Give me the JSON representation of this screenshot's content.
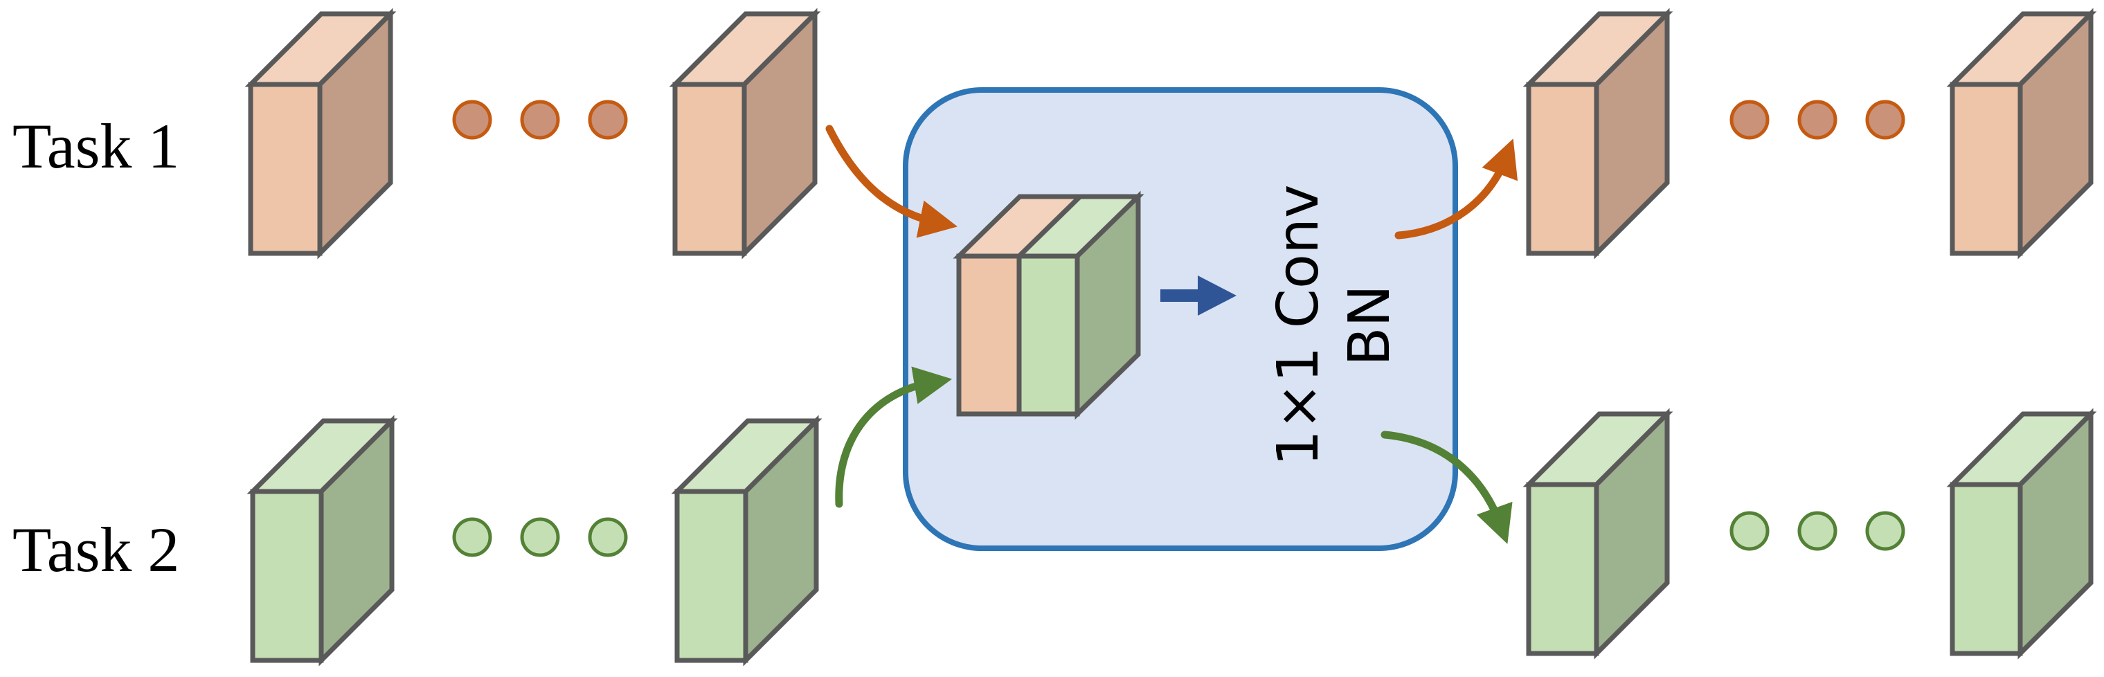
{
  "labels": {
    "task1": "Task 1",
    "task2": "Task 2",
    "conv": "1×1 Conv",
    "bn": "BN"
  },
  "colors": {
    "task1_front": "#EFC5A9",
    "task1_top": "#F3D3BD",
    "task1_side": "#C19C86",
    "task1_dot_fill": "#C99279",
    "task1_accent": "#C55A11",
    "task2_front": "#C5DFB5",
    "task2_top": "#D2E7C5",
    "task2_side": "#9DB28E",
    "task2_dot_fill": "#C5DFB5",
    "task2_accent": "#538135",
    "block_fill": "#DAE3F3",
    "block_border": "#2E75B6",
    "center_arrow": "#2F5597",
    "edge": "#595959"
  }
}
